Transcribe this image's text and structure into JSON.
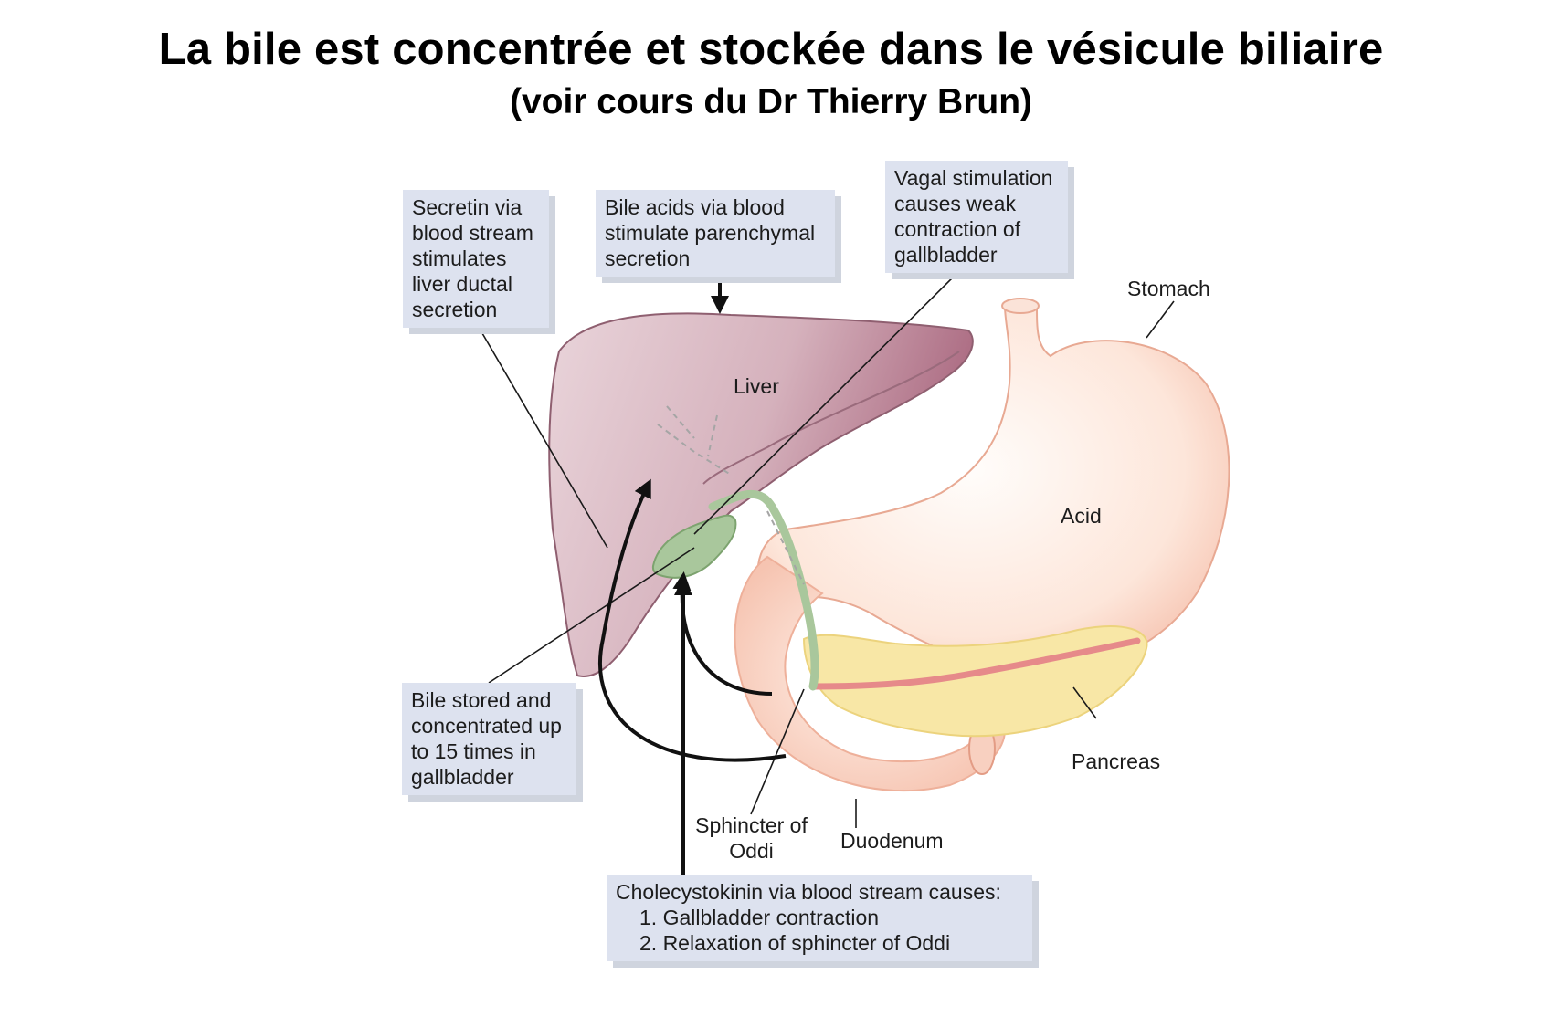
{
  "title": "La bile est concentrée et stockée dans le vésicule biliaire",
  "subtitle": "(voir cours du Dr Thierry Brun)",
  "callouts": {
    "secretin": [
      "Secretin via",
      "blood stream",
      "stimulates",
      "liver ductal",
      "secretion"
    ],
    "bile_acids": [
      "Bile acids via blood",
      "stimulate parenchymal",
      "secretion"
    ],
    "vagal": [
      "Vagal stimulation",
      "causes weak",
      "contraction of",
      "gallbladder"
    ],
    "bile_stored": [
      "Bile stored and",
      "concentrated up",
      "to 15 times in",
      "gallbladder"
    ],
    "cck": {
      "heading": "Cholecystokinin via blood stream causes:",
      "items": [
        "1. Gallbladder contraction",
        "2. Relaxation of sphincter of Oddi"
      ]
    }
  },
  "organ_labels": {
    "liver": "Liver",
    "stomach": "Stomach",
    "acid": "Acid",
    "pancreas": "Pancreas",
    "duodenum": "Duodenum",
    "sphincter": [
      "Sphincter of",
      "Oddi"
    ]
  },
  "colors": {
    "callout_bg": "#dde2ef",
    "liver": "#c9a0ad",
    "gallbladder": "#a9c79c",
    "stomach": "#fbd9cc",
    "pancreas": "#f8e7a6"
  }
}
